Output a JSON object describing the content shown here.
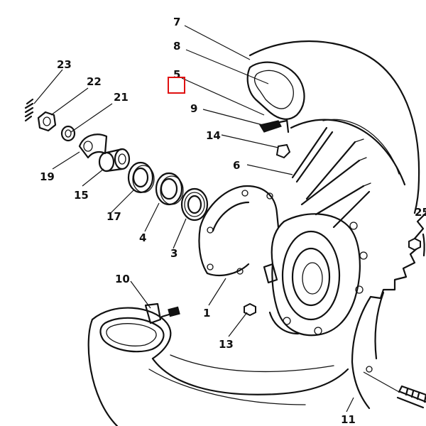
{
  "diagram": {
    "callouts": [
      "1",
      "3",
      "4",
      "5",
      "6",
      "7",
      "8",
      "9",
      "10",
      "11",
      "13",
      "14",
      "15",
      "17",
      "19",
      "21",
      "22",
      "23",
      "25"
    ],
    "highlight_color": "#e01010"
  }
}
